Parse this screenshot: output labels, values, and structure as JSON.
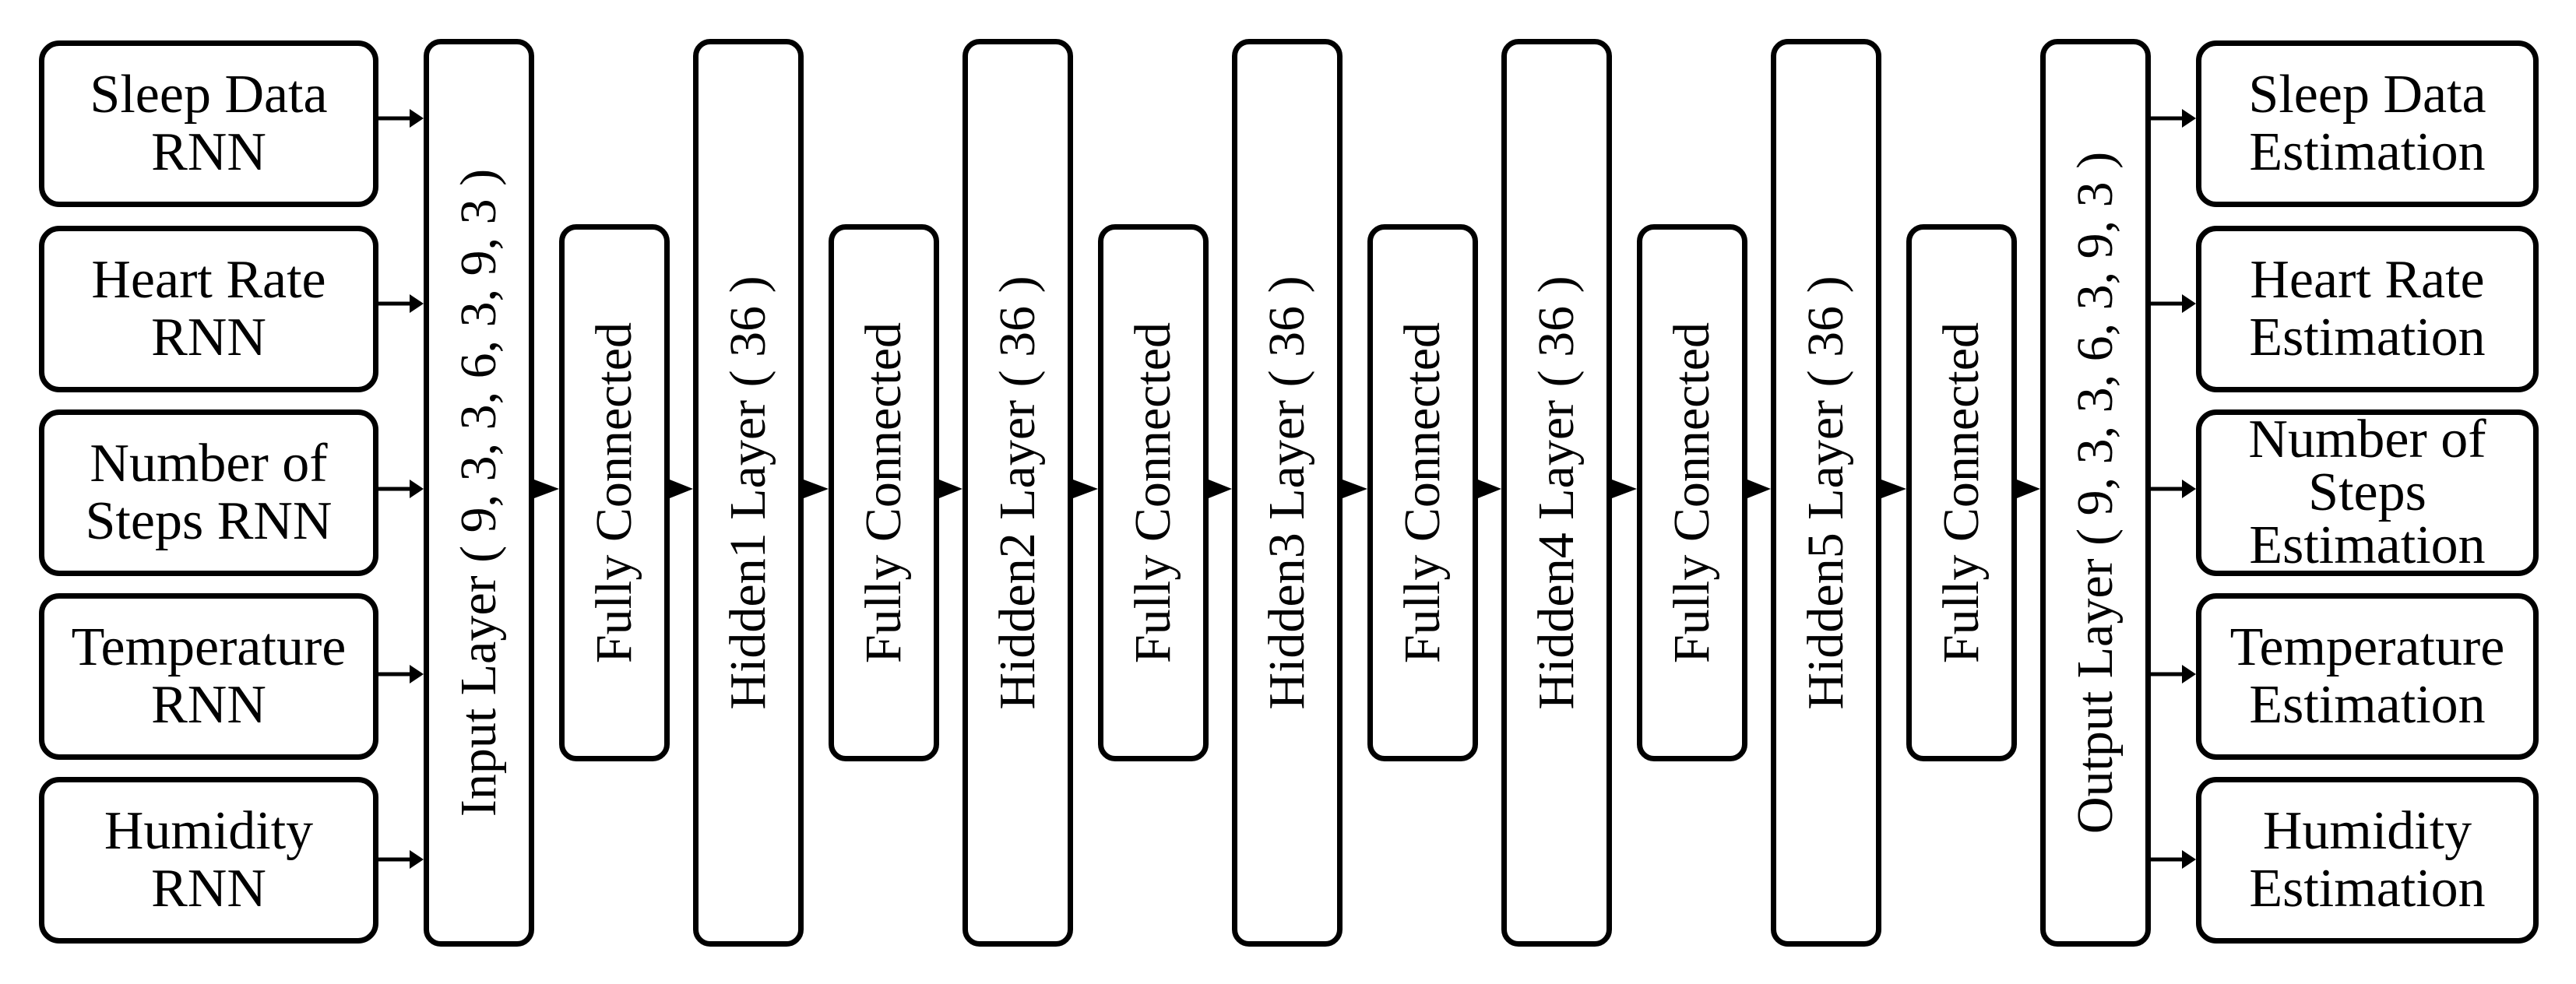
{
  "inputs": [
    {
      "lines": [
        "Sleep Data",
        "RNN"
      ]
    },
    {
      "lines": [
        "Heart Rate",
        "RNN"
      ]
    },
    {
      "lines": [
        "Number of",
        "Steps RNN"
      ]
    },
    {
      "lines": [
        "Temperature",
        "RNN"
      ]
    },
    {
      "lines": [
        "Humidity",
        "RNN"
      ]
    }
  ],
  "layers": {
    "input": "Input Layer ( 9, 3, 3, 6, 3, 9, 3 )",
    "hidden1": "Hidden1 Layer ( 36 )",
    "hidden2": "Hidden2 Layer ( 36 )",
    "hidden3": "Hidden3 Layer ( 36 )",
    "hidden4": "Hidden4 Layer ( 36 )",
    "hidden5": "Hidden5 Layer ( 36 )",
    "output": "Output Layer ( 9, 3, 3, 6, 3, 9, 3 )"
  },
  "fc_label": "Fully Connected",
  "outputs": [
    {
      "lines": [
        "Sleep Data",
        "Estimation"
      ]
    },
    {
      "lines": [
        "Heart Rate",
        "Estimation"
      ]
    },
    {
      "lines": [
        "Number of",
        "Steps",
        "Estimation"
      ]
    },
    {
      "lines": [
        "Temperature",
        "Estimation"
      ]
    },
    {
      "lines": [
        "Humidity",
        "Estimation"
      ]
    }
  ]
}
